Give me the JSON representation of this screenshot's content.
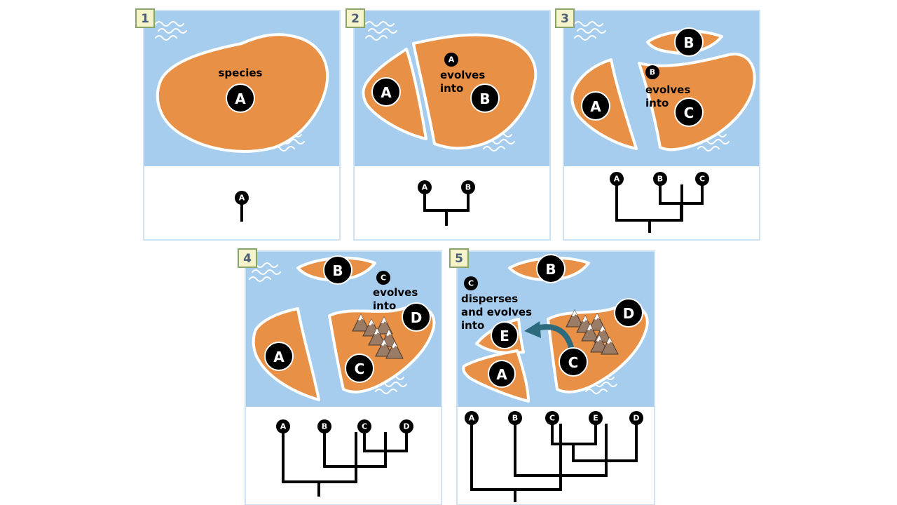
{
  "panels": [
    {
      "number": "1",
      "labels": {
        "species": "species",
        "a": "A"
      },
      "tree_tips": [
        "A"
      ]
    },
    {
      "number": "2",
      "labels": {
        "a_left": "A",
        "a_small": "A",
        "evolves": "evolves",
        "into": "into",
        "b": "B"
      },
      "tree_tips": [
        "A",
        "B"
      ]
    },
    {
      "number": "3",
      "labels": {
        "b_top": "B",
        "a_left": "A",
        "b_small": "B",
        "evolves": "evolves",
        "into": "into",
        "c": "C"
      },
      "tree_tips": [
        "A",
        "B",
        "C"
      ]
    },
    {
      "number": "4",
      "labels": {
        "b_top": "B",
        "c_small": "C",
        "evolves": "evolves",
        "into": "into",
        "d": "D",
        "a_left": "A",
        "c": "C"
      },
      "tree_tips": [
        "A",
        "B",
        "C",
        "D"
      ]
    },
    {
      "number": "5",
      "labels": {
        "b_top": "B",
        "c_small": "C",
        "disperses": "disperses",
        "and_evolves": "and evolves",
        "into": "into",
        "e": "E",
        "a_left": "A",
        "d": "D",
        "c": "C"
      },
      "tree_tips": [
        "A",
        "B",
        "C",
        "E",
        "D"
      ]
    }
  ],
  "colors": {
    "sea": "#a6cdee",
    "land": "#e89046",
    "arrow": "#2e6a7e",
    "number_box": "#f5f3c9"
  }
}
